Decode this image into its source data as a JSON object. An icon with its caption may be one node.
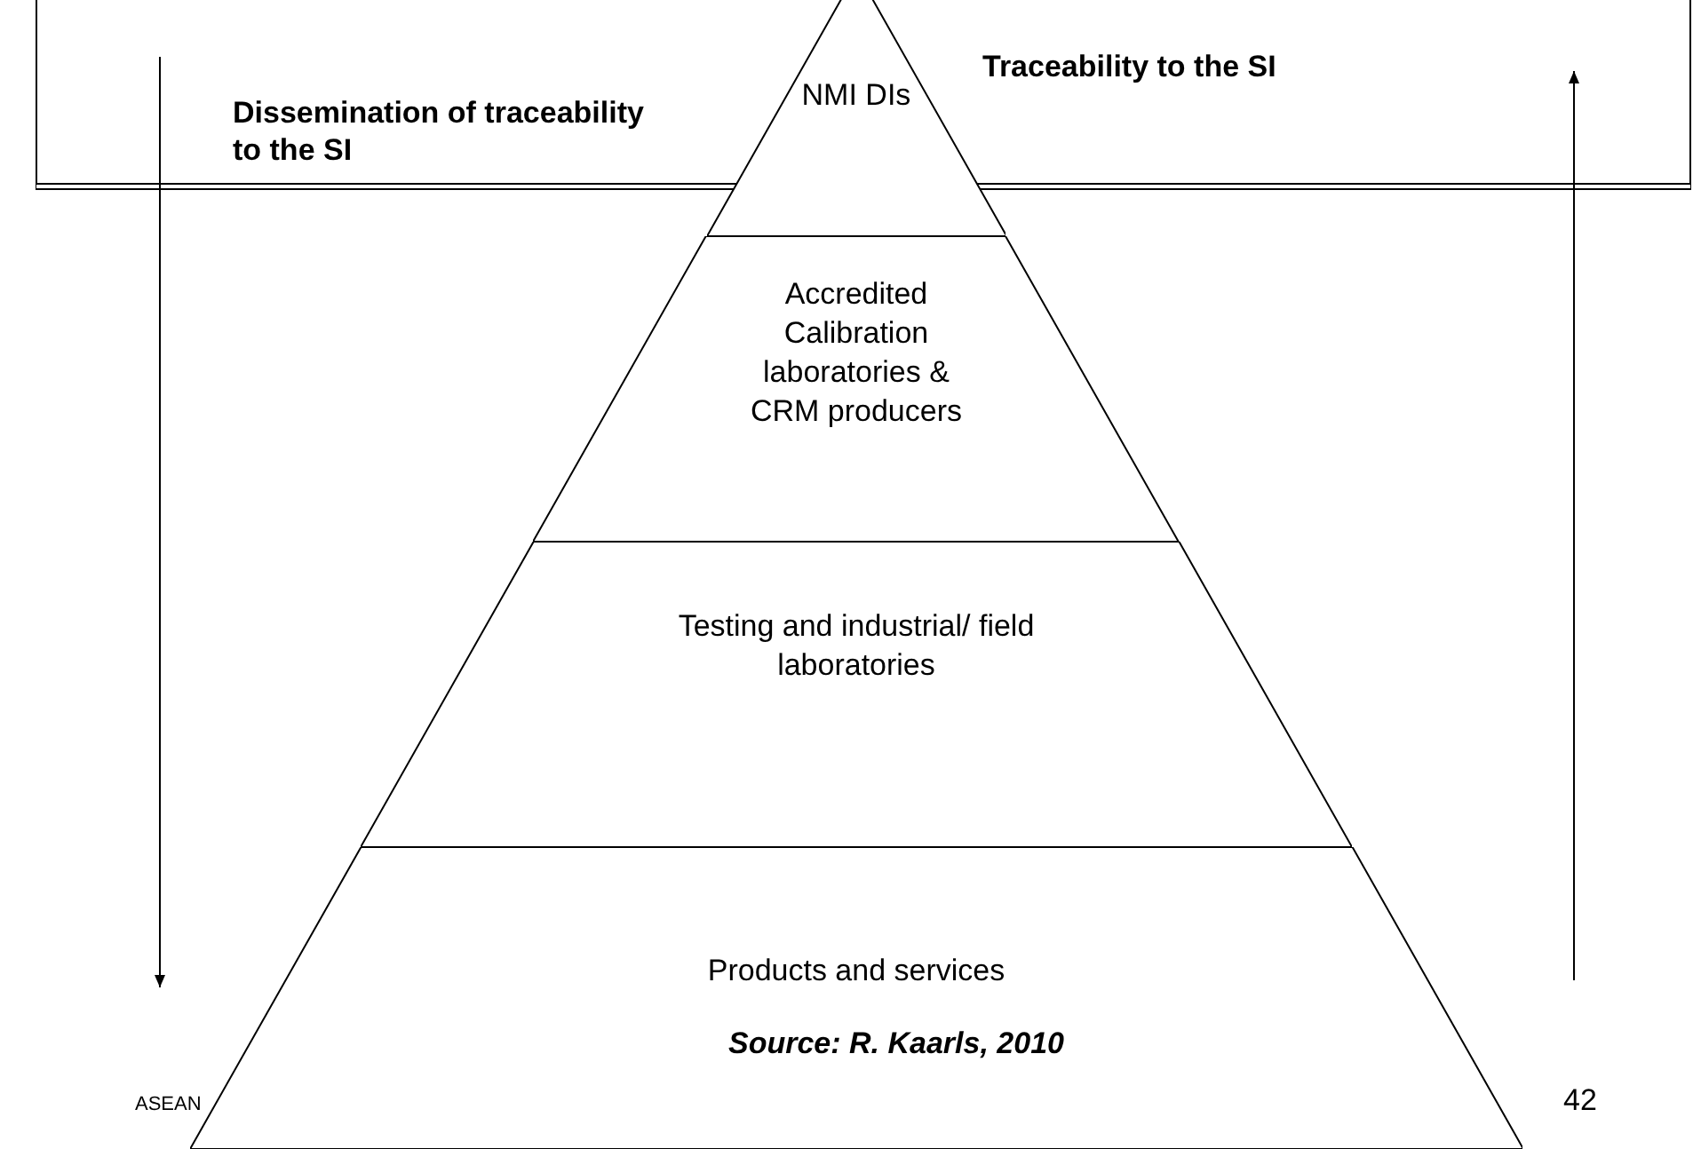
{
  "diagram": {
    "caption": "Source: R. Kaarls, 2010",
    "nodes": [
      {
        "text": [
          "Dissemination of traceability to the SI",
          "Traceability to the SI"
        ]
      },
      {
        "text": [
          "NMI DIs"
        ]
      },
      {
        "text": [
          "Accredited Calibration laboratories & CRM producers"
        ]
      },
      {
        "text": [
          "Testing and industrial/ field laboratories"
        ]
      },
      {
        "text": [
          "Products and services"
        ]
      }
    ],
    "labels": [
      "ASEAN",
      "42"
    ]
  }
}
